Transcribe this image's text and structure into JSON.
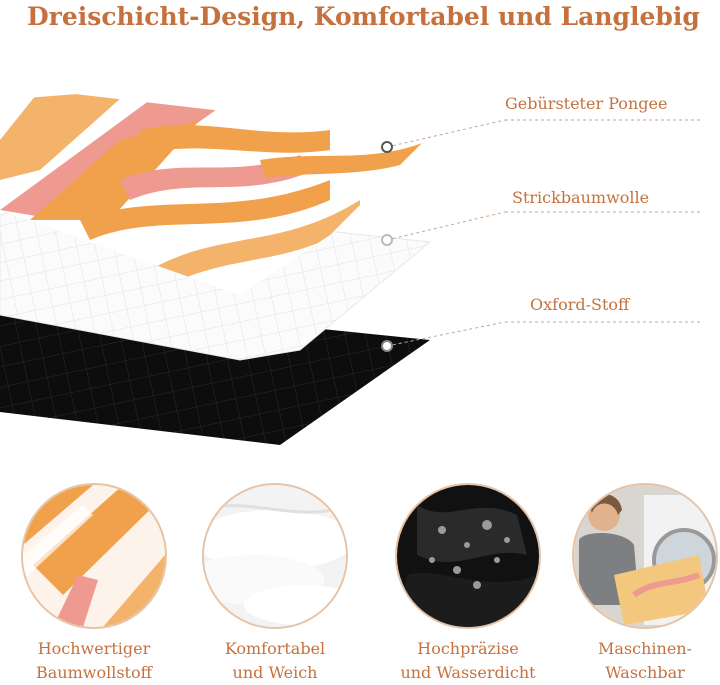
{
  "title": "Dreischicht-Design, Komfortabel und Langlebig",
  "layers": [
    {
      "label": "Gebürsteter Pongee"
    },
    {
      "label": "Strickbaumwolle"
    },
    {
      "label": "Oxford-Stoff"
    }
  ],
  "features": [
    {
      "line1": "Hochwertiger",
      "line2": "Baumwollstoff"
    },
    {
      "line1": "Komfortabel",
      "line2": "und Weich"
    },
    {
      "line1": "Hochpräzise",
      "line2": "und Wasserdicht"
    },
    {
      "line1": "Maschinen-",
      "line2": "Waschbar"
    }
  ],
  "colors": {
    "accent": "#c5713e",
    "orange": "#f1a04c",
    "pink": "#f0a8a0",
    "black": "#0d0d0d"
  }
}
